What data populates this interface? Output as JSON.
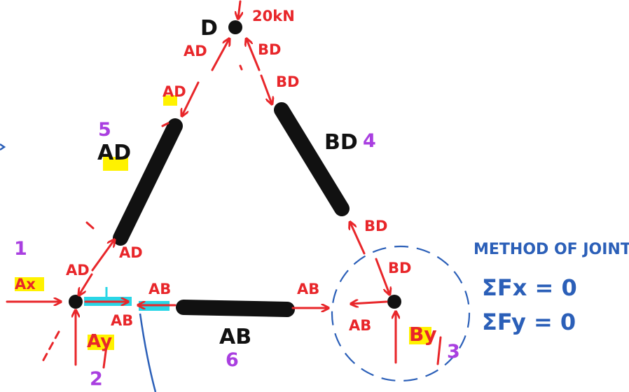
{
  "joints": {
    "d_label": "D",
    "load": "20kN"
  },
  "members": {
    "ad": "AD",
    "bd": "BD",
    "ab": "AB"
  },
  "reactions": {
    "ax": "Ax",
    "ay": "Ay",
    "by": "By"
  },
  "numbers": {
    "n1": "1",
    "n2": "2",
    "n3": "3",
    "n4": "4",
    "n5": "5",
    "n6": "6"
  },
  "method": {
    "title": "METHOD OF JOINTS",
    "eq_x": "ΣFx = 0",
    "eq_y": "ΣFy = 0"
  },
  "colors": {
    "force": "#e8262a",
    "member": "#111111",
    "highlight": "#fff200",
    "cyan": "#29d6e6",
    "purple": "#a93fe0",
    "blue": "#2b5fb8"
  }
}
